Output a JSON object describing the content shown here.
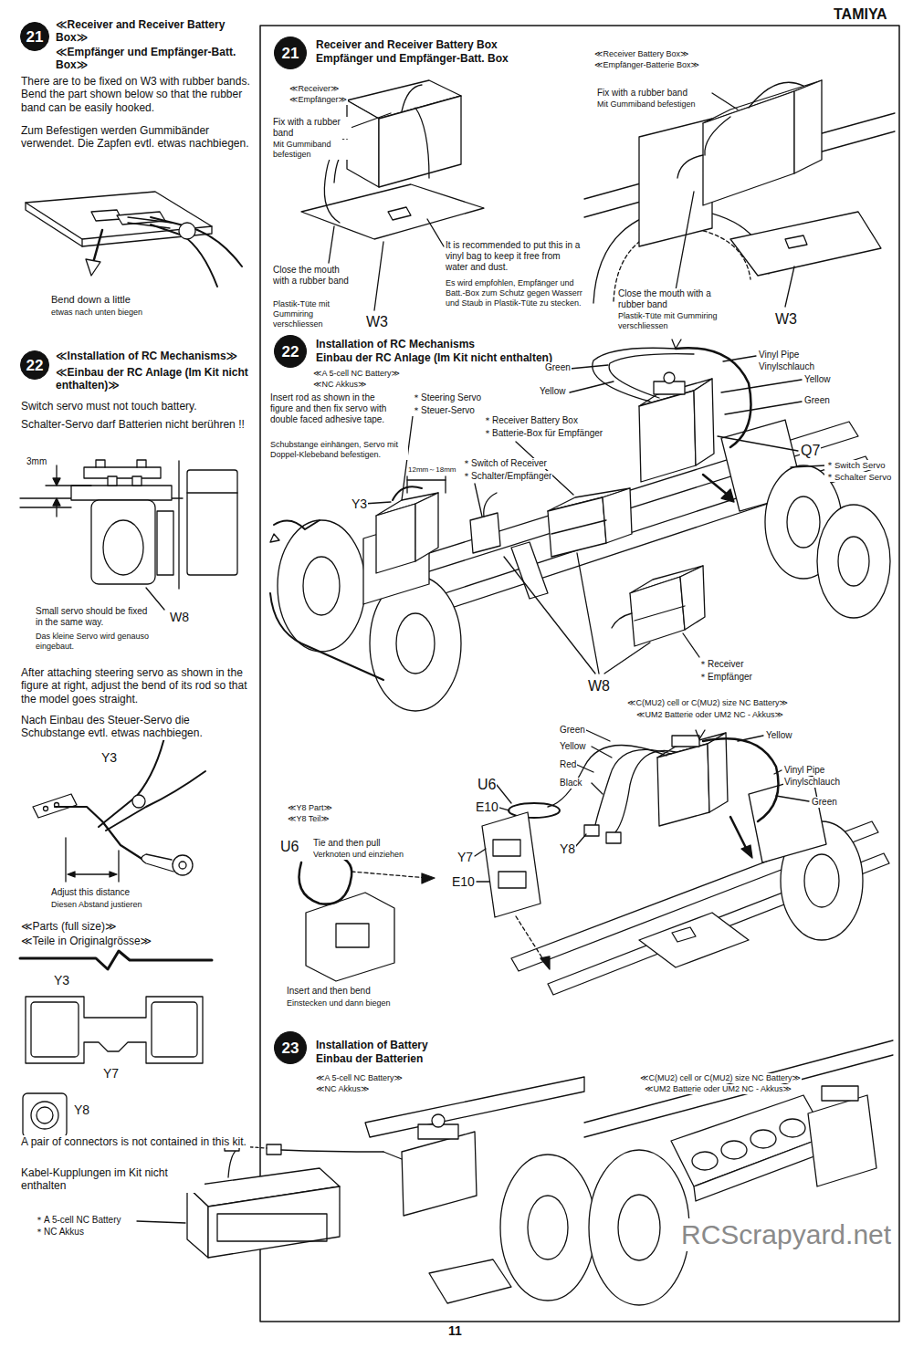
{
  "diagram": {
    "nodes": [
      {
        "text": [
          "21"
        ]
      },
      {
        "text": [
          "22"
        ]
      },
      {
        "text": [
          "21"
        ]
      },
      {
        "text": [
          "22"
        ]
      },
      {
        "text": [
          "23"
        ]
      }
    ],
    "labels": [
      "TAMIYA",
      "≪Receiver and Receiver Battery Box≫",
      "≪Empfänger und Empfänger-Batt. Box≫",
      "There are to be fixed on W3 with rubber bands. Bend the part shown below so that the rubber band can be easily hooked.",
      "Zum Befestigen werden Gummibänder verwendet. Die Zapfen evtl. etwas nachbiegen.",
      "Bend down a little",
      "etwas nach unten biegen",
      "≪Installation of RC Mechanisms≫",
      "≪Einbau der RC Anlage (Im Kit nicht enthalten)≫",
      "Switch servo must not touch battery.",
      "Schalter-Servo darf Batterien nicht berühren !!",
      "3mm",
      "Small servo should be fixed in the same way.",
      "Das kleine Servo wird genauso eingebaut.",
      "W8",
      "After attaching steering servo as shown in the figure at right, adjust the bend of its rod so that the model goes straight.",
      "Nach Einbau des Steuer-Servo die Schubstange evtl. etwas nachbiegen.",
      "Y3",
      "Adjust this distance",
      "Diesen Abstand justieren",
      "≪Parts (full size)≫",
      "≪Teile in Originalgrösse≫",
      "Y3",
      "Y7",
      "Y8",
      "A pair of connectors is not contained in this kit.",
      "Kabel-Kupplungen im Kit nicht enthalten",
      "＊A 5-cell NC Battery",
      "＊NC Akkus",
      "Receiver and Receiver Battery Box",
      "Empfänger und Empfänger-Batt. Box",
      "≪Receiver≫",
      "≪Empfänger≫",
      "Fix with a rubber band",
      "Mit Gummiband befestigen",
      "Close the mouth with a rubber band",
      "Plastik-Tüte mit Gummiring verschliessen",
      "W3",
      "It is recommended to put this in a vinyl bag to keep it free from water and dust.",
      "Es wird empfohlen, Empfänger und Batt.-Box zum Schutz gegen Wasserr und Staub in Plastik-Tüte zu stecken.",
      "≪Receiver Battery Box≫",
      "≪Empfänger-Batterie Box≫",
      "Fix with a rubber band",
      "Mit Gummiband befestigen",
      "Close the mouth with a rubber band",
      "Plastik-Tüte mit Gummiring verschliessen",
      "W3",
      "Installation of RC Mechanisms",
      "Einbau der RC Anlage (Im Kit nicht enthalten)",
      "≪A 5-cell NC Battery≫",
      "≪NC Akkus≫",
      "Insert rod as shown in the figure and then fix servo with double faced adhesive tape.",
      "Schubstange einhängen, Servo mit Doppel-Klebeband befestigen.",
      "＊Steering Servo",
      "＊Steuer-Servo",
      "12mm～18mm",
      "Y3",
      "＊Receiver Battery Box",
      "＊Batterie-Box für Empfänger",
      "＊Switch of Receiver",
      "＊Schalter/Empfänger",
      "Green",
      "Yellow",
      "Vinyl Pipe",
      "Vinylschlauch",
      "Yellow",
      "Green",
      "Q7",
      "＊Switch Servo",
      "＊Schalter Servo",
      "＊Receiver",
      "＊Empfänger",
      "W8",
      "≪C(MU2) cell or C(MU2) size NC Battery≫",
      "≪UM2 Batterie oder UM2 NC - Akkus≫",
      "Green",
      "Yellow",
      "Yellow",
      "Red",
      "Black",
      "Vinyl Pipe",
      "Vinylschlauch",
      "Green",
      "U6",
      "E10",
      "Y8",
      "Y7",
      "E10",
      "≪Y8 Part≫",
      "≪Y8 Teil≫",
      "U6",
      "Tie and then pull",
      "Verknoten und einziehen",
      "Insert and then bend",
      "Einstecken und dann biegen",
      "Installation of Battery",
      "Einbau der Batterien",
      "≪A 5-cell NC Battery≫",
      "≪NC Akkus≫",
      "≪C(MU2) cell or C(MU2) size NC Battery≫",
      "≪UM2 Batterie oder UM2 NC - Akkus≫",
      "11",
      "RCScrapyard.net"
    ]
  }
}
